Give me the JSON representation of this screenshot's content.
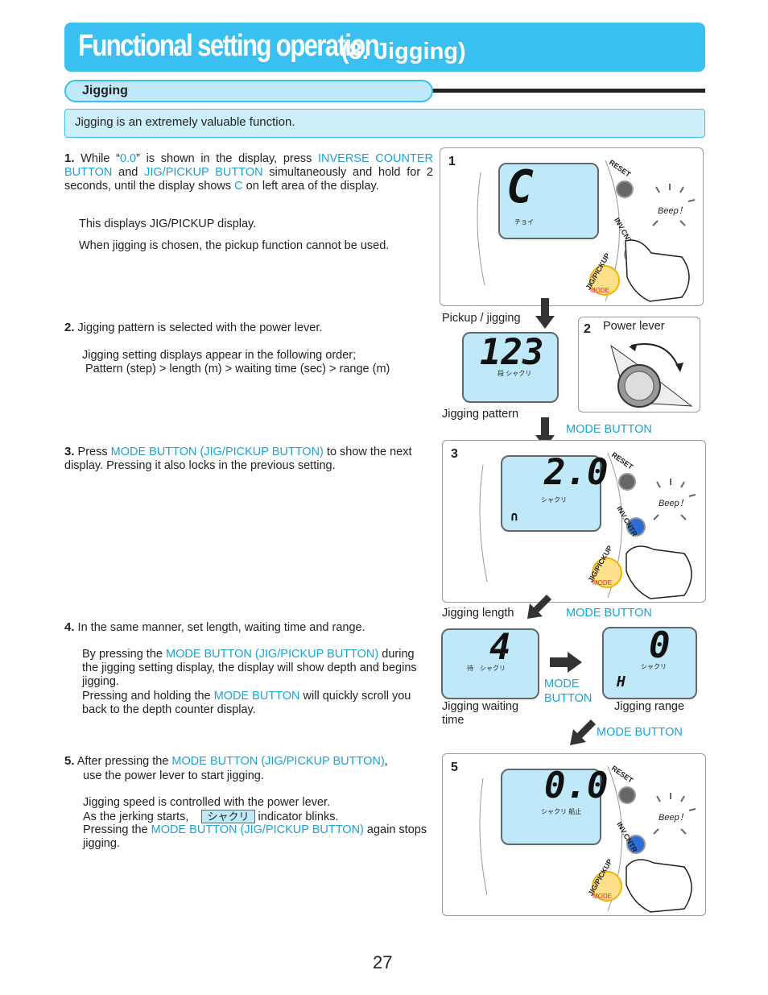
{
  "header": {
    "title": "Functional setting operation",
    "subtitle": "(8. Jigging)"
  },
  "section": {
    "title": "Jigging"
  },
  "intro": "Jigging is an extremely valuable function.",
  "steps": {
    "s1": {
      "num": "1.",
      "t1": "While “",
      "v1": "0.0",
      "t2": "” is shown in the display, press ",
      "b1": "INVERSE COUNTER BUTTON",
      "t3": " and ",
      "b2": "JIG/PICKUP BUTTON",
      "t4": " simultaneously and hold for 2 seconds, until the display shows ",
      "b3": "C",
      "t5": " on left area of the display.",
      "p2": "This displays JIG/PICKUP display.",
      "p3": "When jigging is chosen, the pickup function cannot be used."
    },
    "s2": {
      "num": "2.",
      "t1": "Jigging pattern is selected with the power lever.",
      "p2": "Jigging setting displays appear in the following order;",
      "p3": "Pattern (step) > length (m) > waiting time (sec) > range (m)"
    },
    "s3": {
      "num": "3.",
      "t1": "Press ",
      "b1": "MODE BUTTON (JIG/PICKUP BUTTON)",
      "t2": " to show the next display. Pressing it also locks in the previous setting."
    },
    "s4": {
      "num": "4.",
      "t1": "In the same manner, set length, waiting time and range.",
      "p2a": "By pressing the ",
      "p2b": "MODE BUTTON (JIG/PICKUP BUTTON)",
      "p2c": " during the jigging setting display, the display will show depth and begins jigging.",
      "p3a": "Pressing and holding the ",
      "p3b": "MODE BUTTON",
      "p3c": " will quickly scroll you back to the depth counter display."
    },
    "s5": {
      "num": "5.",
      "t1": "After pressing the ",
      "b1": "MODE BUTTON (JIG/PICKUP BUTTON)",
      "t2": ",",
      "t3": "use the power lever to start jigging.",
      "p2": "Jigging speed is controlled with the power lever.",
      "p3a": "As the jerking starts,",
      "p3b": "シャクリ",
      "p3c": "indicator blinks.",
      "p4a": "Pressing the ",
      "p4b": "MODE BUTTON (JIG/PICKUP BUTTON)",
      "p4c": " again stops jigging."
    }
  },
  "figures": {
    "f1": {
      "label": "1",
      "lcd_main": "C",
      "lcd_small": "チョイ",
      "beep": "Beep！",
      "reset": "RESET",
      "inv": "INV.CNTR",
      "jig": "JIG/PICKUP",
      "mode": "MODE"
    },
    "pickup_caption": "Pickup / jigging",
    "f2": {
      "label": "2",
      "lever_caption": "Power lever",
      "lcd_main": "123",
      "lcd_small": "段 シャクリ",
      "pattern_caption": "Jigging pattern"
    },
    "mode_button": "MODE BUTTON",
    "f3": {
      "label": "3",
      "lcd_main": "2.0",
      "lcd_small": "シャクリ",
      "lcd_corner": "∩",
      "beep": "Beep！",
      "reset": "RESET",
      "inv": "INV.CNTR",
      "jig": "JIG/PICKUP",
      "mode": "MODE"
    },
    "length_caption": "Jigging length",
    "f4a": {
      "lcd_main": "4",
      "lcd_small": "待　シャクリ",
      "caption": "Jigging waiting time"
    },
    "mode_button_two_line": "MODE BUTTON",
    "f4b": {
      "lcd_main": "0",
      "lcd_small": "シャクリ",
      "lcd_corner": "H",
      "caption": "Jigging range"
    },
    "f5": {
      "label": "5",
      "lcd_main": "0.0",
      "lcd_small": "シャクリ 船止",
      "beep": "Beep！",
      "reset": "RESET",
      "inv": "INV.CNTR",
      "jig": "JIG/PICKUP",
      "mode": "MODE"
    }
  },
  "page_number": "27",
  "colors": {
    "banner": "#3ac0f0",
    "accent_text": "#1aa3d9",
    "lcd": "#bfe8f8"
  }
}
